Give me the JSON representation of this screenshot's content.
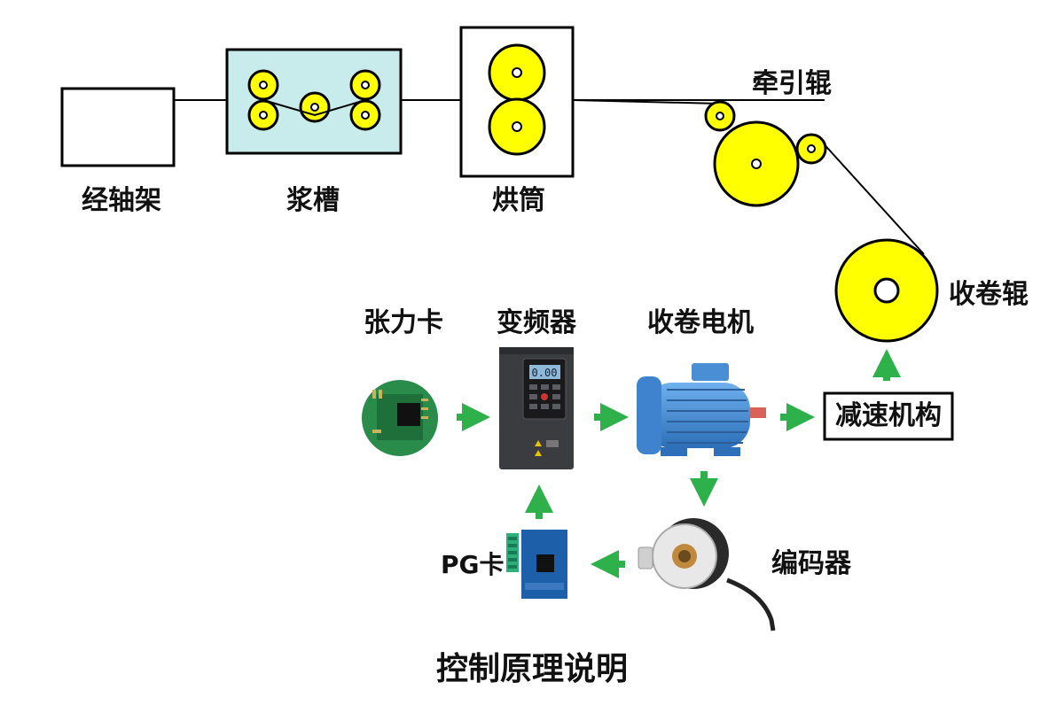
{
  "process": {
    "warp_beam_frame": "经轴架",
    "size_tank": "浆槽",
    "drying_cylinder": "烘筒",
    "traction_roller": "牵引辊",
    "winding_roller": "收卷辊"
  },
  "control": {
    "tension_card": "张力卡",
    "inverter": "变频器",
    "winding_motor": "收卷电机",
    "reducer": "减速机构",
    "encoder": "编码器",
    "pg_card": "PG卡",
    "inverter_display": "0.00"
  },
  "footer": {
    "title": "控制原理说明"
  },
  "colors": {
    "roller_fill": "#ffff00",
    "tank_fill": "#c8ecec",
    "arrow": "#2eb04a",
    "board": "#1d5fa8",
    "motor": "#4a8fd6",
    "inverter_body": "#3b3c40"
  }
}
